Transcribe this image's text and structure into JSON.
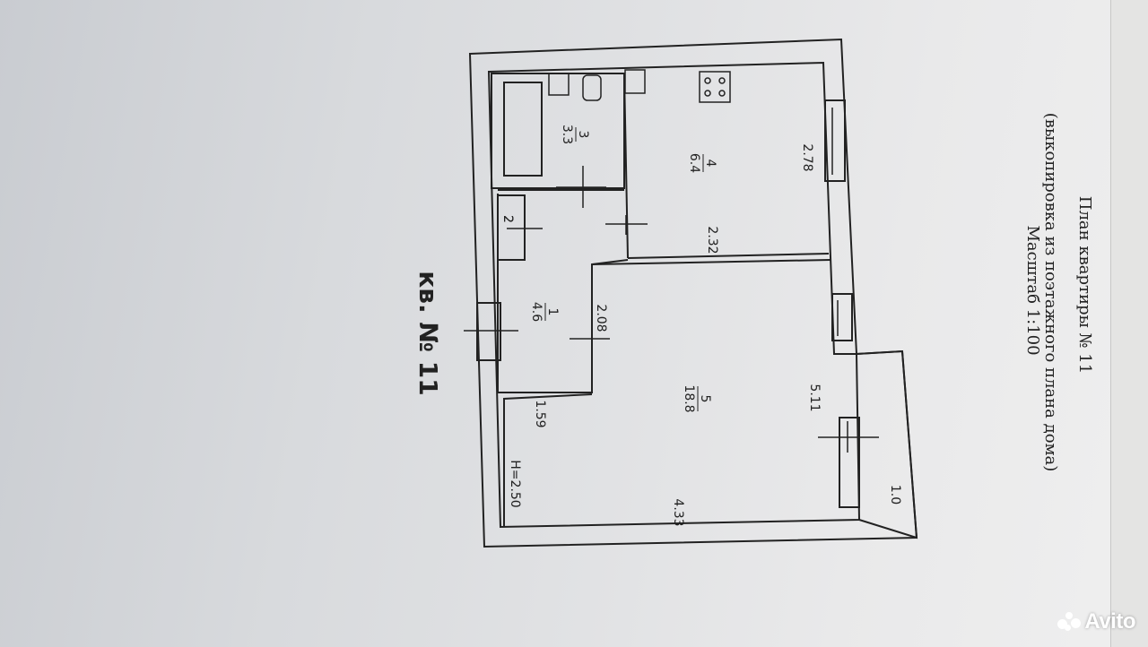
{
  "header": {
    "line1": "План квартиры № 11",
    "line2": "(выкопировка из поэтажного плана дома)",
    "line3": "Масштаб 1:100"
  },
  "apartment_label": "кв. № 11",
  "rooms": [
    {
      "number": "3",
      "area": "3.3"
    },
    {
      "number": "4",
      "area": "6.4"
    },
    {
      "number": "1",
      "area": "4.6"
    },
    {
      "number": "5",
      "area": "18.8"
    },
    {
      "number": "2",
      "area": ""
    }
  ],
  "dimensions": {
    "kitchen_depth": "2.78",
    "kitchen_width": "2.32",
    "hall_width": "2.08",
    "room_depth": "5.11",
    "hall_length": "1.59",
    "room_width": "4.33",
    "balcony": "1.0",
    "ceiling_height": "H=2.50"
  },
  "watermark": "Avito",
  "colors": {
    "ink": "#222222",
    "paper": "#e3e4e5"
  }
}
